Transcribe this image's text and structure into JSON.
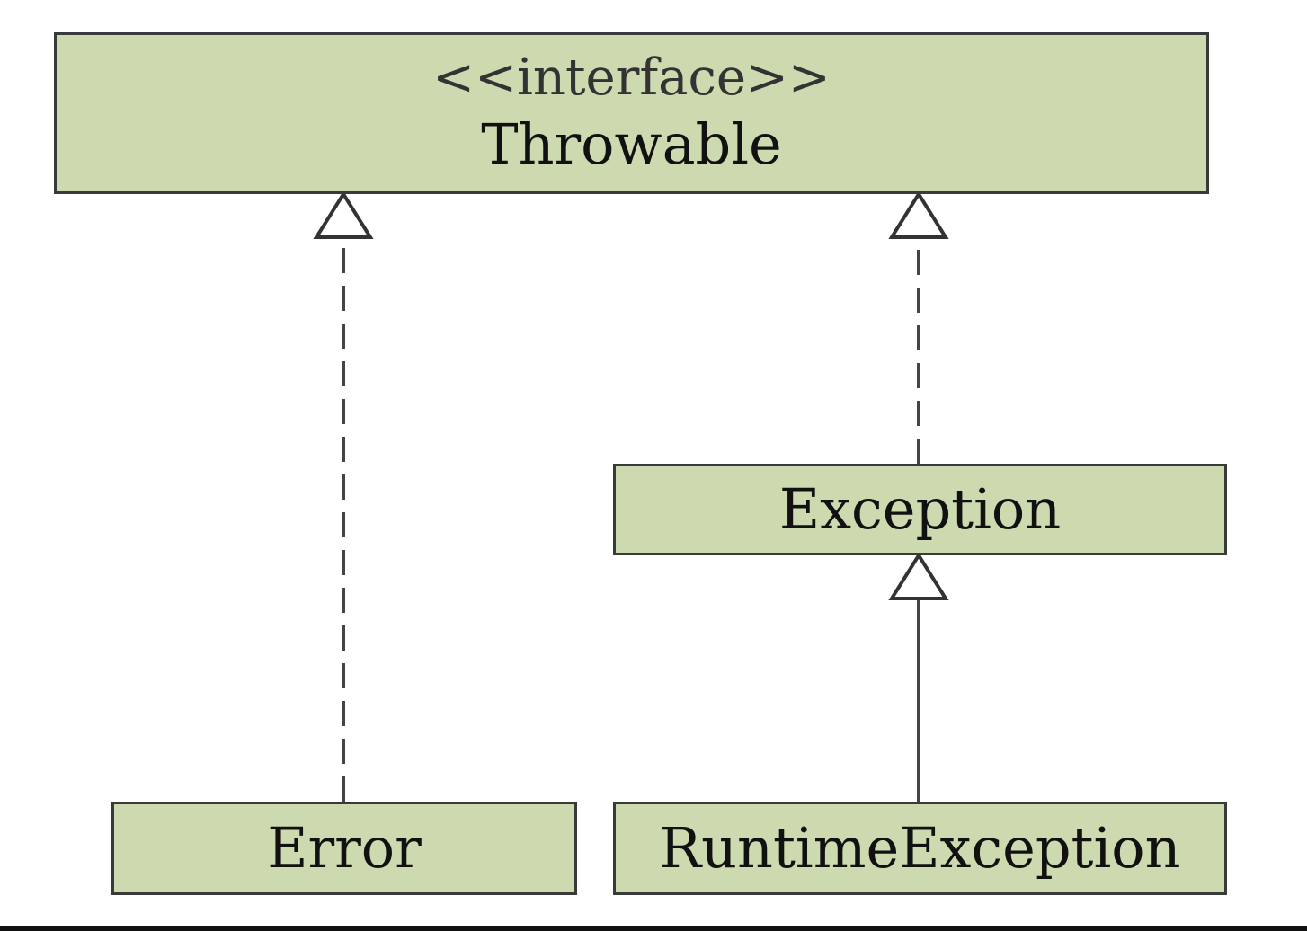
{
  "diagram": {
    "nodes": {
      "throwable": {
        "stereotype": "<<interface>>",
        "name": "Throwable"
      },
      "exception": {
        "name": "Exception"
      },
      "error": {
        "name": "Error"
      },
      "runtime_exception": {
        "name": "RuntimeException"
      }
    },
    "edges": [
      {
        "from": "error",
        "to": "throwable",
        "kind": "realization"
      },
      {
        "from": "exception",
        "to": "throwable",
        "kind": "realization"
      },
      {
        "from": "runtime_exception",
        "to": "exception",
        "kind": "generalization"
      }
    ],
    "colors": {
      "box_fill": "#cdd9ae",
      "box_border": "#3a3a3a",
      "line": "#444444"
    }
  }
}
